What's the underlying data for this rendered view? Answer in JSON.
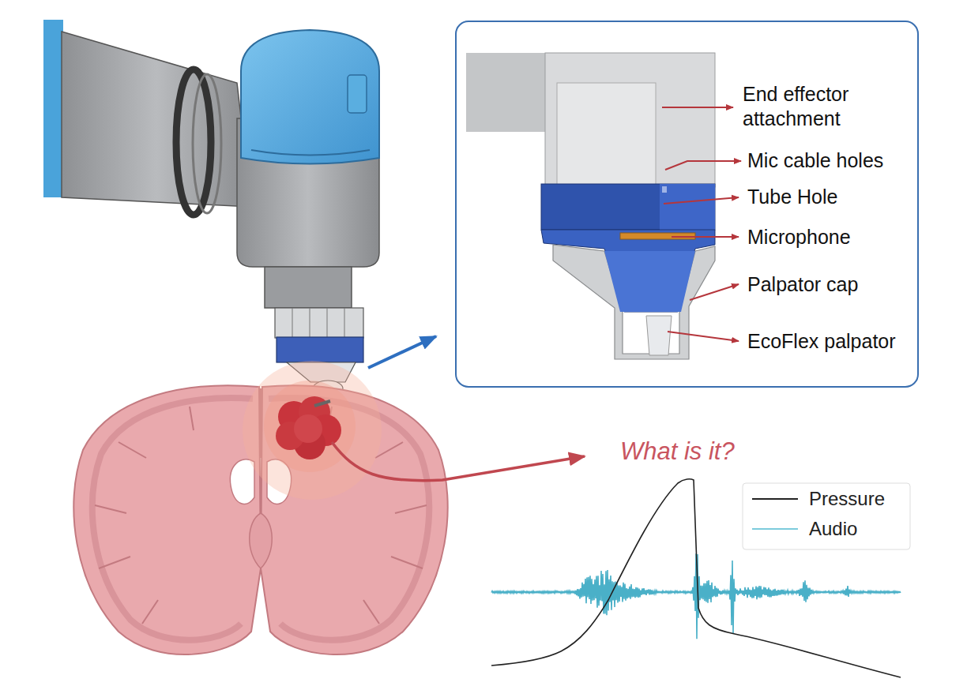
{
  "diagram": {
    "labels": [
      "End effector attachment",
      "Mic cable holes",
      "Tube Hole",
      "Microphone",
      "Palpator cap",
      "EcoFlex palpator",
      "What is it?"
    ],
    "legend": [
      {
        "text": "Pressure"
      },
      {
        "text": "Audio"
      }
    ]
  }
}
